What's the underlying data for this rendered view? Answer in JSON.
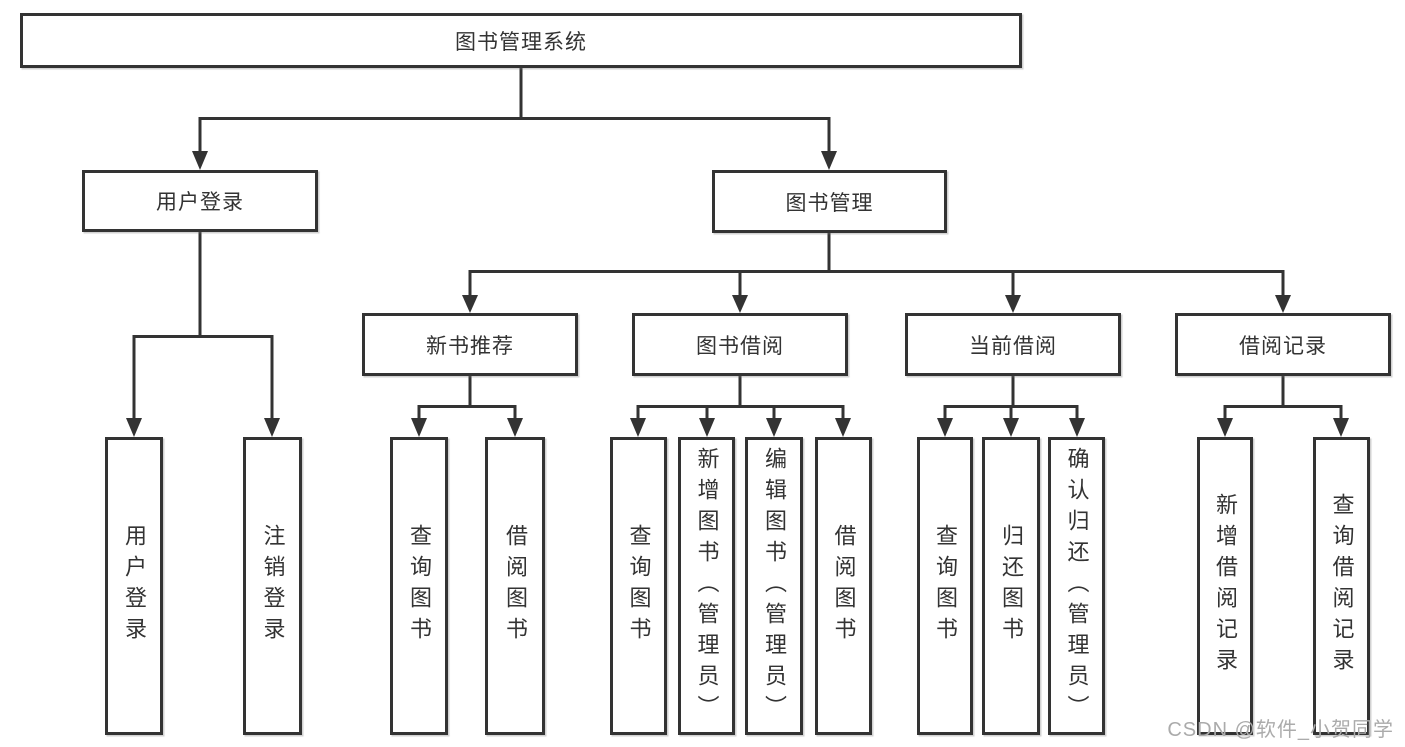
{
  "diagram": {
    "type": "tree",
    "root": {
      "label": "图书管理系统"
    },
    "branches": [
      {
        "label": "用户登录"
      },
      {
        "label": "图书管理"
      }
    ],
    "modules": [
      {
        "label": "新书推荐",
        "parent": "图书管理"
      },
      {
        "label": "图书借阅",
        "parent": "图书管理"
      },
      {
        "label": "当前借阅",
        "parent": "图书管理"
      },
      {
        "label": "借阅记录",
        "parent": "图书管理"
      }
    ],
    "functions": [
      {
        "label": "用户登录",
        "parent": "用户登录"
      },
      {
        "label": "注销登录",
        "parent": "用户登录"
      },
      {
        "label": "查询图书",
        "parent": "新书推荐"
      },
      {
        "label": "借阅图书",
        "parent": "新书推荐"
      },
      {
        "label": "查询图书",
        "parent": "图书借阅"
      },
      {
        "label": "新增图书（管理员）",
        "parent": "图书借阅"
      },
      {
        "label": "编辑图书（管理员）",
        "parent": "图书借阅"
      },
      {
        "label": "借阅图书",
        "parent": "图书借阅"
      },
      {
        "label": "查询图书",
        "parent": "当前借阅"
      },
      {
        "label": "归还图书",
        "parent": "当前借阅"
      },
      {
        "label": "确认归还（管理员）",
        "parent": "当前借阅"
      },
      {
        "label": "新增借阅记录",
        "parent": "借阅记录"
      },
      {
        "label": "查询借阅记录",
        "parent": "借阅记录"
      }
    ],
    "colors": {
      "line": "#333333",
      "text": "#333333",
      "box_background": "#ffffff",
      "watermark": "#ababab"
    }
  },
  "watermark": {
    "text": "CSDN @软件_小贺同学"
  }
}
